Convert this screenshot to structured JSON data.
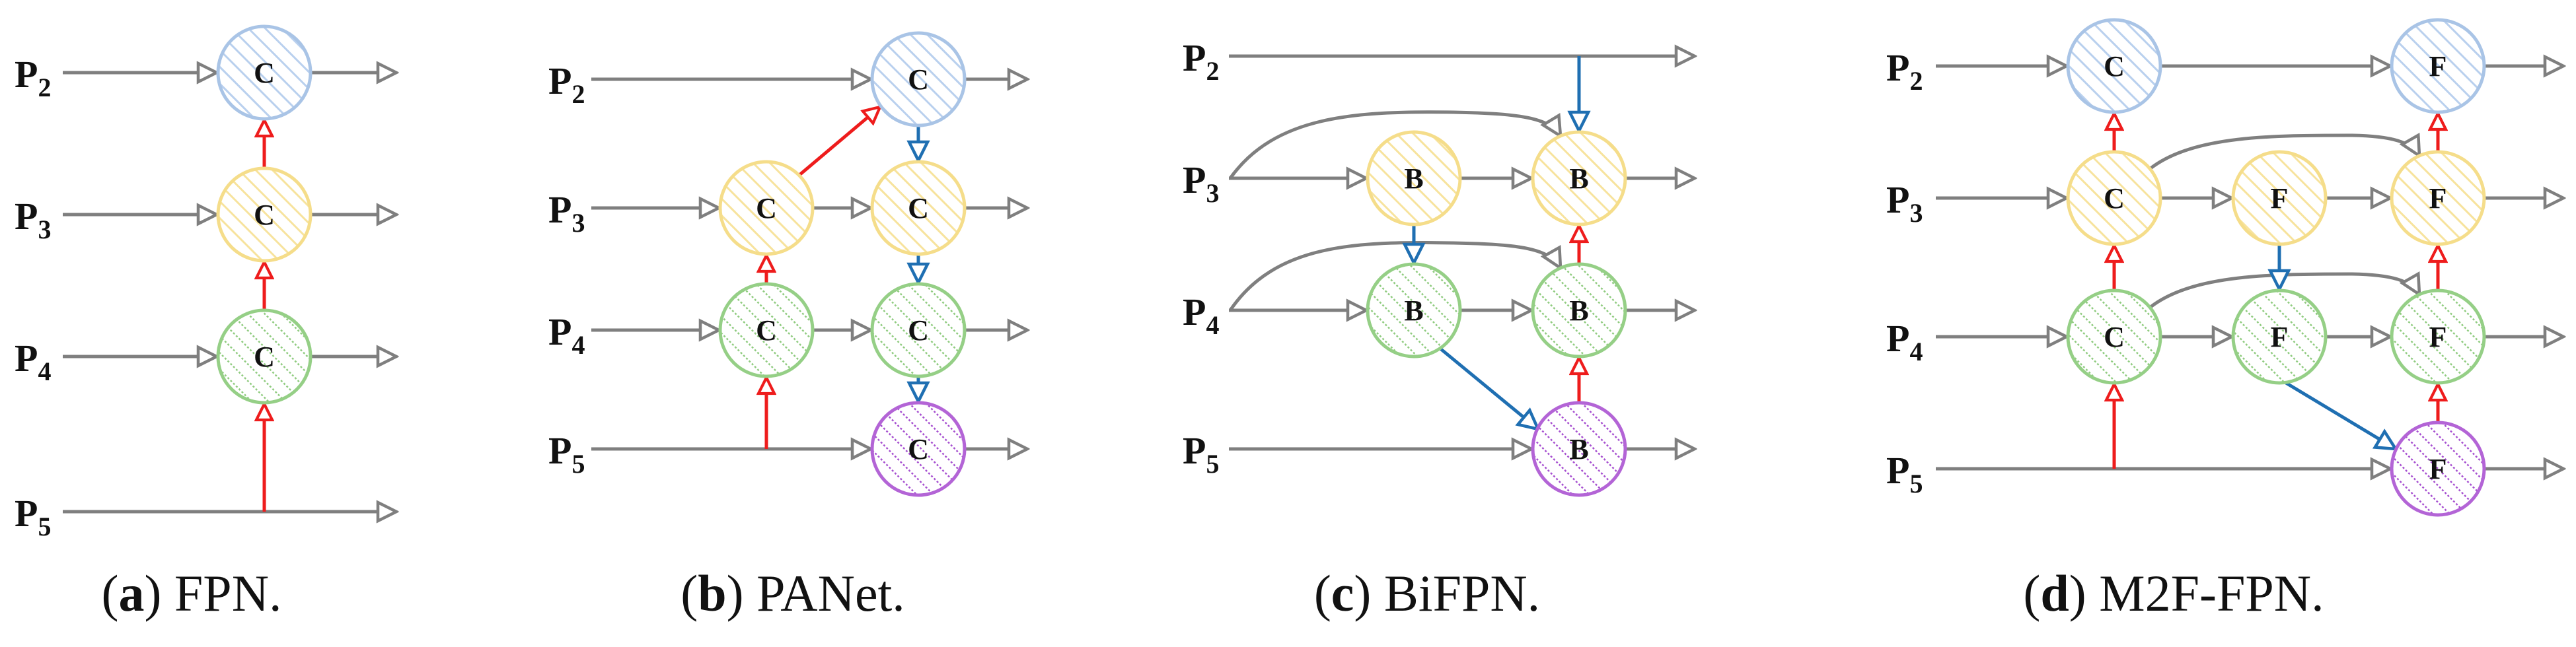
{
  "panels": [
    {
      "id": "fpn",
      "letter": "a",
      "name": "FPN.",
      "levels": [
        {
          "base": "P",
          "sub": "2"
        },
        {
          "base": "P",
          "sub": "3"
        },
        {
          "base": "P",
          "sub": "4"
        },
        {
          "base": "P",
          "sub": "5"
        }
      ],
      "node_letter": "C"
    },
    {
      "id": "panet",
      "letter": "b",
      "name": "PANet.",
      "levels": [
        {
          "base": "P",
          "sub": "2"
        },
        {
          "base": "P",
          "sub": "3"
        },
        {
          "base": "P",
          "sub": "4"
        },
        {
          "base": "P",
          "sub": "5"
        }
      ],
      "node_letter": "C"
    },
    {
      "id": "bifpn",
      "letter": "c",
      "name": "BiFPN.",
      "levels": [
        {
          "base": "P",
          "sub": "2"
        },
        {
          "base": "P",
          "sub": "3"
        },
        {
          "base": "P",
          "sub": "4"
        },
        {
          "base": "P",
          "sub": "5"
        }
      ],
      "node_letter": "B"
    },
    {
      "id": "m2f",
      "letter": "d",
      "name": "M2F-FPN.",
      "levels": [
        {
          "base": "P",
          "sub": "2"
        },
        {
          "base": "P",
          "sub": "3"
        },
        {
          "base": "P",
          "sub": "4"
        },
        {
          "base": "P",
          "sub": "5"
        }
      ],
      "node_letter_c": "C",
      "node_letter_f": "F"
    }
  ],
  "colors": {
    "blue_node": "#a9c4e6",
    "yellow_node": "#f5dd8a",
    "green_node": "#95cf86",
    "purple_node": "#b364d6",
    "gray_arrow": "#7f7f7f",
    "red_arrow": "#ee1c1c",
    "blue_arrow": "#1f6fb2"
  }
}
